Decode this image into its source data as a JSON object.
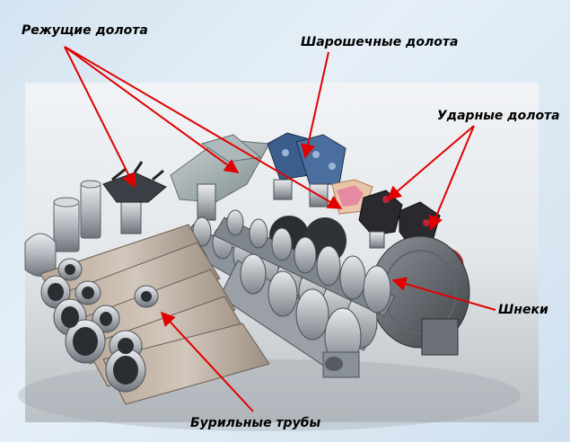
{
  "labels": {
    "cutting_bits": "Режущие долота",
    "roller_bits": "Шарошечные долота",
    "impact_bits": "Ударные долота",
    "augers": "Шнеки",
    "drill_pipes": "Бурильные трубы"
  },
  "colors": {
    "arrow": "#e00000",
    "label_text": "#000000",
    "background": "#dbe8f3",
    "metal_light": "#c8ccd0",
    "metal_dark": "#5a5f66",
    "roller_blue": "#3b5e8c",
    "impact_dark": "#2a2a2e",
    "impact_accent": "#c0203a"
  }
}
